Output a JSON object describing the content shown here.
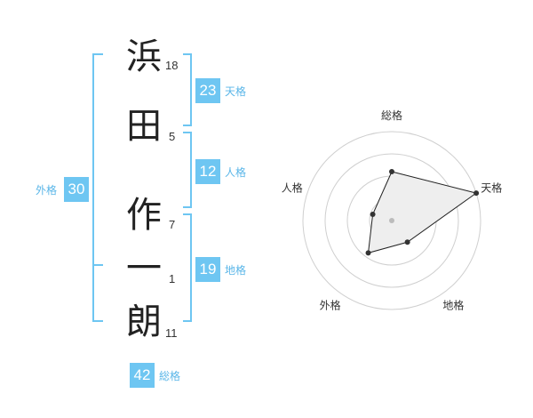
{
  "name": {
    "characters": [
      {
        "char": "浜",
        "strokes": "18"
      },
      {
        "char": "田",
        "strokes": "5"
      },
      {
        "char": "作",
        "strokes": "7"
      },
      {
        "char": "一",
        "strokes": "1"
      },
      {
        "char": "朗",
        "strokes": "11"
      }
    ]
  },
  "fortune": {
    "tenkaku": {
      "value": "23",
      "label": "天格"
    },
    "jinkaku": {
      "value": "12",
      "label": "人格"
    },
    "chikaku": {
      "value": "19",
      "label": "地格"
    },
    "gaikaku": {
      "value": "30",
      "label": "外格"
    },
    "soukaku": {
      "value": "42",
      "label": "総格"
    }
  },
  "chart_data": {
    "type": "radar",
    "axes": [
      "総格",
      "天格",
      "地格",
      "外格",
      "人格"
    ],
    "rmax": 4,
    "values": [
      2.2,
      4.0,
      1.2,
      1.8,
      0.9
    ],
    "fill": "#eeeeee",
    "stroke": "#222222",
    "grid": true
  },
  "colors": {
    "accent": "#6ec6f2"
  }
}
